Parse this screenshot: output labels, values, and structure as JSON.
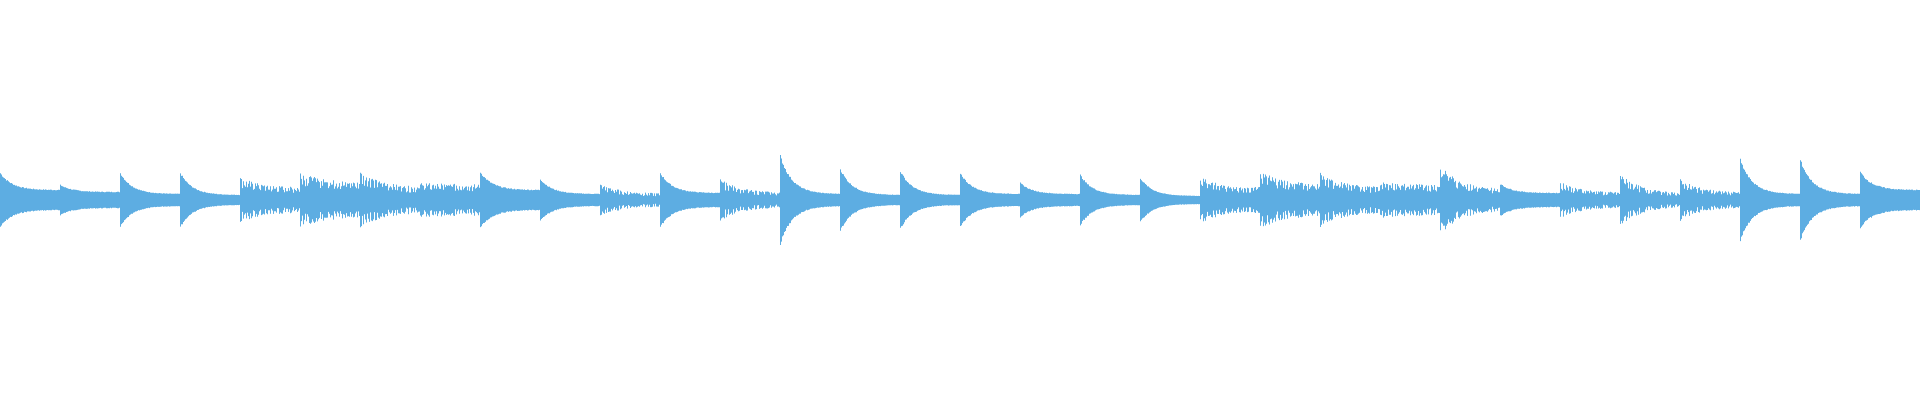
{
  "waveform": {
    "color": "#5dade2",
    "background": "#ffffff",
    "segments": [
      {
        "peak": 0.135,
        "tail": 0.05,
        "type": "decay"
      },
      {
        "peak": 0.075,
        "tail": 0.04,
        "type": "decay"
      },
      {
        "peak": 0.135,
        "tail": 0.03,
        "type": "decay"
      },
      {
        "peak": 0.135,
        "tail": 0.025,
        "type": "decay"
      },
      {
        "peak": 0.11,
        "tail": 0.06,
        "type": "buzz"
      },
      {
        "peak": 0.135,
        "tail": 0.085,
        "type": "buzz"
      },
      {
        "peak": 0.145,
        "tail": 0.06,
        "type": "buzz"
      },
      {
        "peak": 0.085,
        "tail": 0.075,
        "type": "buzz"
      },
      {
        "peak": 0.14,
        "tail": 0.05,
        "type": "decay"
      },
      {
        "peak": 0.105,
        "tail": 0.03,
        "type": "decay"
      },
      {
        "peak": 0.08,
        "tail": 0.03,
        "type": "buzz"
      },
      {
        "peak": 0.135,
        "tail": 0.035,
        "type": "decay"
      },
      {
        "peak": 0.1,
        "tail": 0.035,
        "type": "buzz"
      },
      {
        "peak": 0.22,
        "tail": 0.03,
        "type": "decay"
      },
      {
        "peak": 0.155,
        "tail": 0.025,
        "type": "decay"
      },
      {
        "peak": 0.145,
        "tail": 0.025,
        "type": "decay"
      },
      {
        "peak": 0.135,
        "tail": 0.03,
        "type": "decay"
      },
      {
        "peak": 0.085,
        "tail": 0.03,
        "type": "decay"
      },
      {
        "peak": 0.125,
        "tail": 0.025,
        "type": "decay"
      },
      {
        "peak": 0.11,
        "tail": 0.02,
        "type": "decay"
      },
      {
        "peak": 0.11,
        "tail": 0.06,
        "type": "buzz"
      },
      {
        "peak": 0.145,
        "tail": 0.075,
        "type": "buzz"
      },
      {
        "peak": 0.135,
        "tail": 0.06,
        "type": "buzz"
      },
      {
        "peak": 0.085,
        "tail": 0.075,
        "type": "buzz"
      },
      {
        "peak": 0.165,
        "tail": 0.05,
        "type": "buzz"
      },
      {
        "peak": 0.08,
        "tail": 0.035,
        "type": "decay"
      },
      {
        "peak": 0.09,
        "tail": 0.035,
        "type": "buzz"
      },
      {
        "peak": 0.13,
        "tail": 0.03,
        "type": "buzz"
      },
      {
        "peak": 0.1,
        "tail": 0.035,
        "type": "buzz"
      },
      {
        "peak": 0.2,
        "tail": 0.03,
        "type": "decay"
      },
      {
        "peak": 0.2,
        "tail": 0.03,
        "type": "decay"
      },
      {
        "peak": 0.14,
        "tail": 0.05,
        "type": "decay"
      }
    ]
  }
}
